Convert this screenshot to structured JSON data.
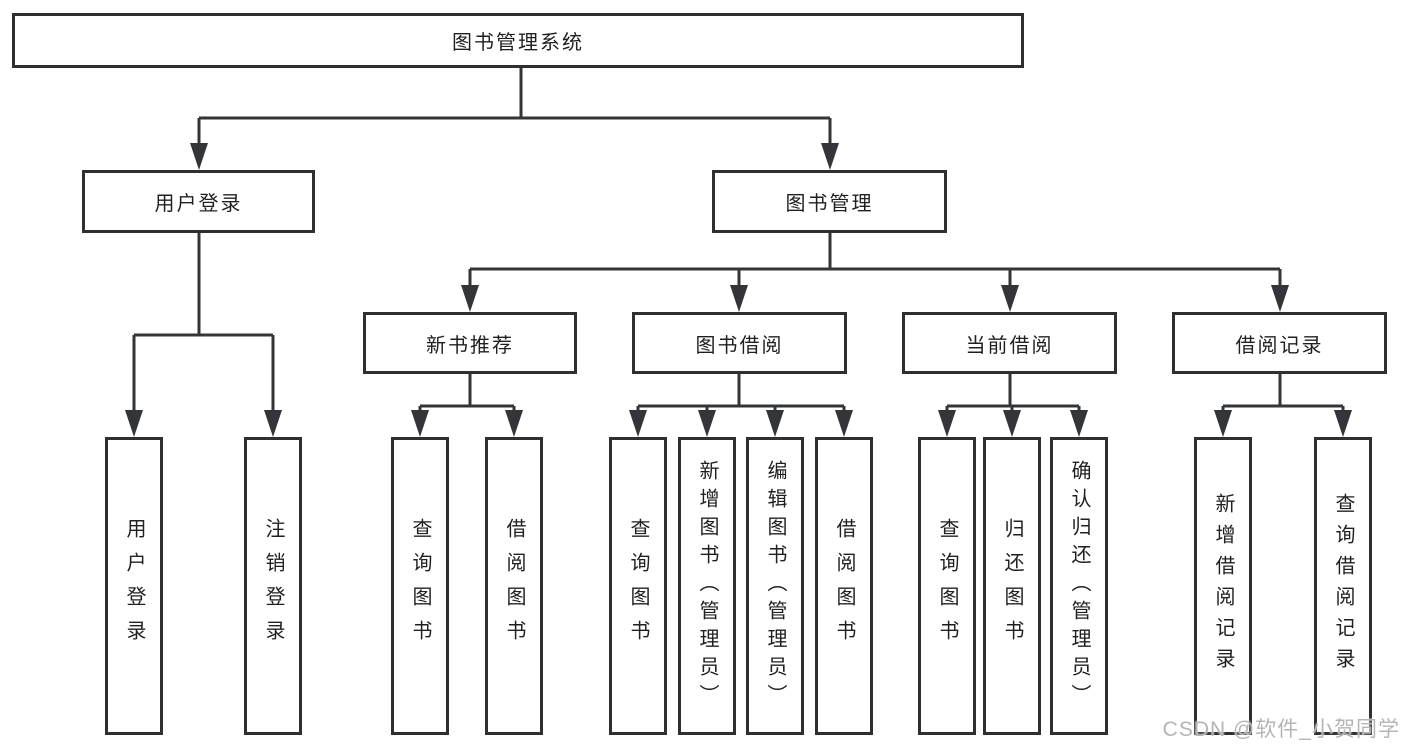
{
  "diagram": {
    "root": {
      "label": "图书管理系统"
    },
    "user_login_branch": {
      "label": "用户登录",
      "children": [
        "用户登录",
        "注销登录"
      ]
    },
    "book_mgmt_branch": {
      "label": "图书管理",
      "sections": [
        {
          "label": "新书推荐",
          "children": [
            "查询图书",
            "借阅图书"
          ]
        },
        {
          "label": "图书借阅",
          "children": [
            "查询图书",
            "新增图书（管理员）",
            "编辑图书（管理员）",
            "借阅图书"
          ]
        },
        {
          "label": "当前借阅",
          "children": [
            "查询图书",
            "归还图书",
            "确认归还（管理员）"
          ]
        },
        {
          "label": "借阅记录",
          "children": [
            "新增借阅记录",
            "查询借阅记录"
          ]
        }
      ]
    }
  },
  "watermark": {
    "label": "CSDN @软件_小贺同学"
  },
  "colors": {
    "line": "#333538",
    "box_border": "#2d2f31",
    "text": "#1f2022",
    "background": "#ffffff",
    "watermark": "#b5b5b5"
  }
}
